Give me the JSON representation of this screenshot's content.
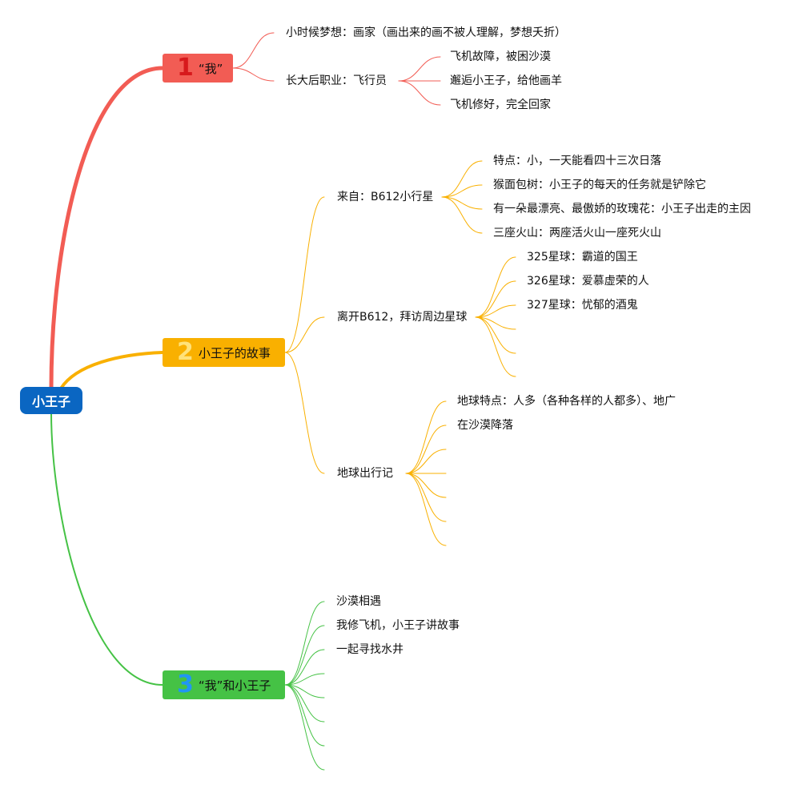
{
  "root": {
    "label": "小王子"
  },
  "branches": [
    {
      "number": "1",
      "label": "“我”",
      "color": "#f25c54",
      "children": [
        {
          "label": "小时候梦想：画家（画出来的画不被人理解，梦想夭折）"
        },
        {
          "label": "长大后职业：飞行员",
          "children": [
            {
              "label": "飞机故障，被困沙漠"
            },
            {
              "label": "邂逅小王子，给他画羊"
            },
            {
              "label": "飞机修好，完全回家"
            }
          ]
        }
      ]
    },
    {
      "number": "2",
      "label": "小王子的故事",
      "color": "#f9b000",
      "children": [
        {
          "label": "来自：B612小行星",
          "children": [
            {
              "label": "特点：小，一天能看四十三次日落"
            },
            {
              "label": "猴面包树：小王子的每天的任务就是铲除它"
            },
            {
              "label": "有一朵最漂亮、最傲娇的玫瑰花：小王子出走的主因"
            },
            {
              "label": "三座火山：两座活火山一座死火山"
            }
          ]
        },
        {
          "label": "离开B612，拜访周边星球",
          "children": [
            {
              "label": "325星球：霸道的国王"
            },
            {
              "label": "326星球：爱慕虚荣的人"
            },
            {
              "label": "327星球：忧郁的酒鬼"
            },
            {
              "label": ""
            },
            {
              "label": ""
            },
            {
              "label": ""
            }
          ]
        },
        {
          "label": "地球出行记",
          "children": [
            {
              "label": "地球特点：人多（各种各样的人都多）、地广"
            },
            {
              "label": "在沙漠降落"
            },
            {
              "label": ""
            },
            {
              "label": ""
            },
            {
              "label": ""
            },
            {
              "label": ""
            }
          ]
        }
      ]
    },
    {
      "number": "3",
      "label": "“我”和小王子",
      "color": "#45c245",
      "children": [
        {
          "label": "沙漠相遇"
        },
        {
          "label": "我修飞机，小王子讲故事"
        },
        {
          "label": "一起寻找水井"
        },
        {
          "label": ""
        },
        {
          "label": ""
        },
        {
          "label": ""
        },
        {
          "label": ""
        }
      ]
    }
  ]
}
